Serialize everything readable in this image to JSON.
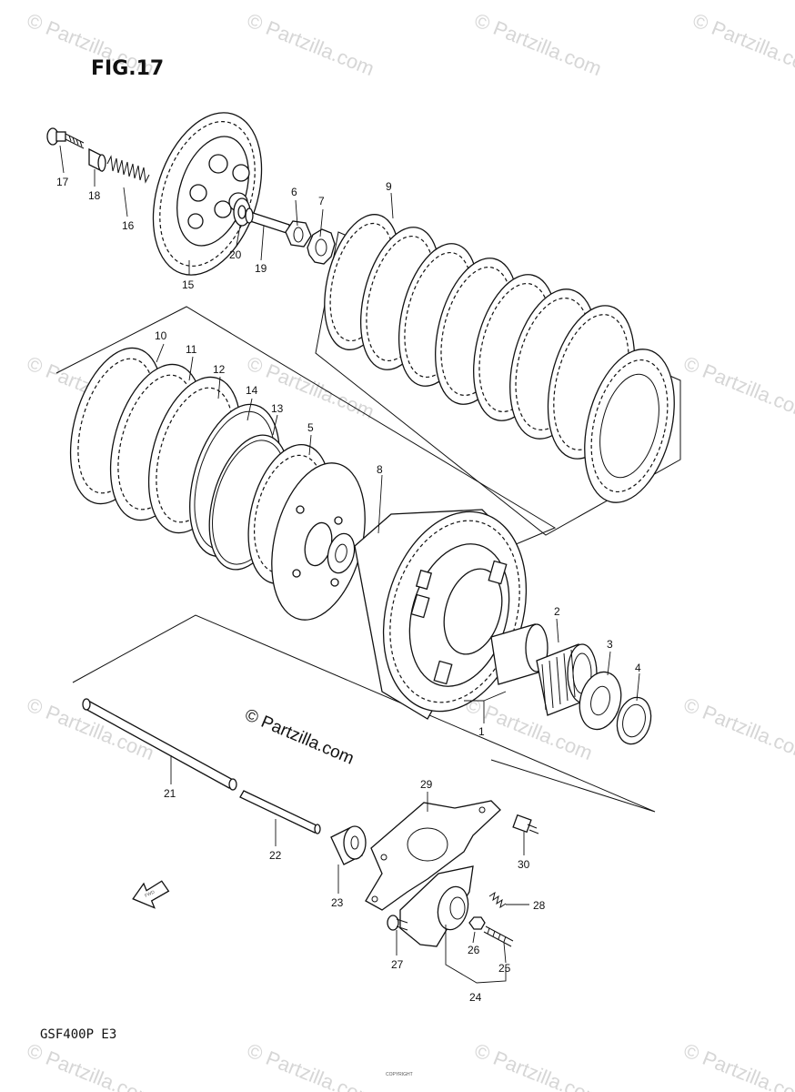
{
  "figure": {
    "title": "FIG.17",
    "model": "GSF400P  E3",
    "copyright_mark": "© Partzilla.com",
    "watermark_text": "© Partzilla.com",
    "bottom_small_text": "COPYRIGHT"
  },
  "callouts": [
    "1",
    "2",
    "3",
    "4",
    "5",
    "6",
    "7",
    "8",
    "9",
    "10",
    "11",
    "12",
    "13",
    "14",
    "15",
    "16",
    "17",
    "18",
    "19",
    "20",
    "21",
    "22",
    "23",
    "24",
    "25",
    "26",
    "27",
    "28",
    "29",
    "30"
  ],
  "fwd_label": "FWD",
  "colors": {
    "line": "#111111",
    "background": "#ffffff",
    "watermark": "#d6d6d6"
  }
}
